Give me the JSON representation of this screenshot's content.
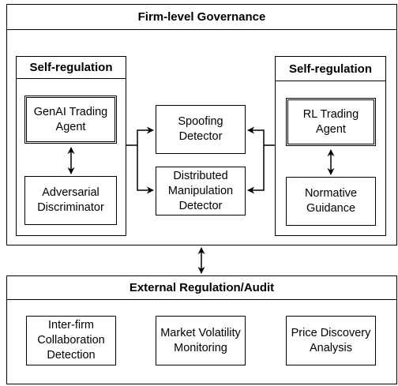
{
  "firm_panel": {
    "title": "Firm-level Governance",
    "left_group": {
      "title": "Self-regulation",
      "agent": "GenAI Trading\nAgent",
      "partner": "Adversarial\nDiscriminator"
    },
    "right_group": {
      "title": "Self-regulation",
      "agent": "RL Trading\nAgent",
      "partner": "Normative\nGuidance"
    },
    "detectors": {
      "spoofing": "Spoofing\nDetector",
      "distributed": "Distributed\nManipulation\nDetector"
    }
  },
  "external_panel": {
    "title": "External Regulation/Audit",
    "items": [
      "Inter-firm\nCollaboration\nDetection",
      "Market Volatility\nMonitoring",
      "Price Discovery\nAnalysis"
    ]
  }
}
